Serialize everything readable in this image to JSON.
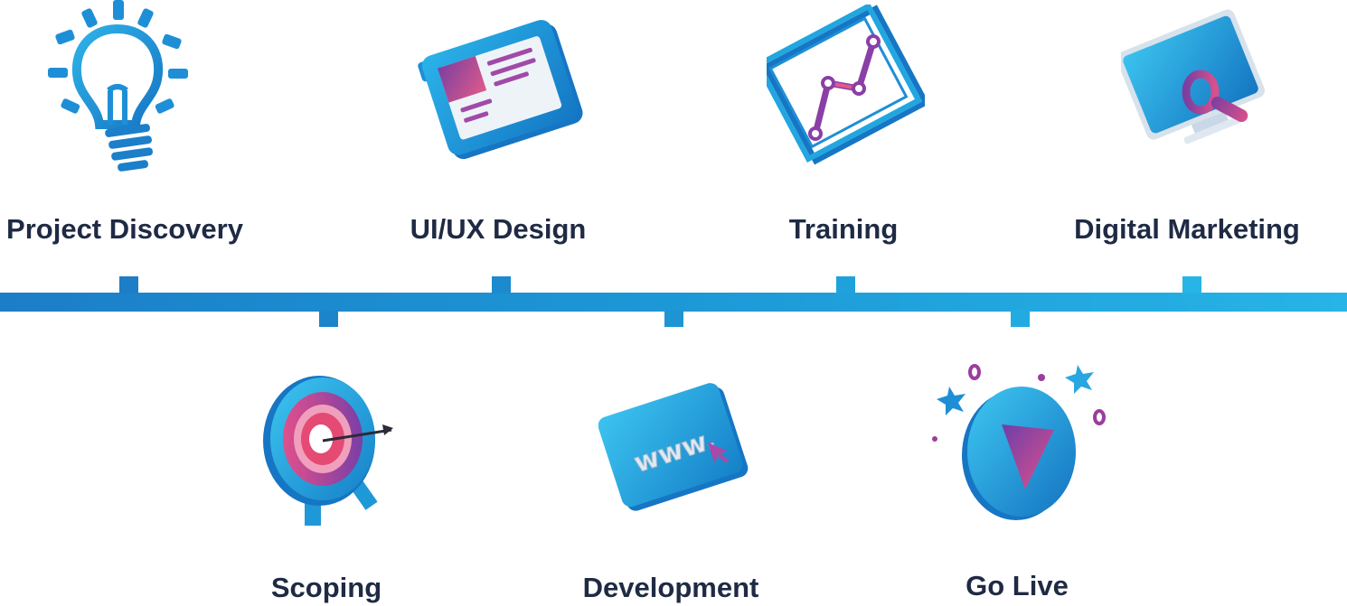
{
  "steps": [
    {
      "label": "Project Discovery",
      "icon": "lightbulb-icon"
    },
    {
      "label": "Scoping",
      "icon": "target-icon"
    },
    {
      "label": "UI/UX Design",
      "icon": "design-board-icon"
    },
    {
      "label": "Development",
      "icon": "www-card-icon"
    },
    {
      "label": "Training",
      "icon": "chart-frame-icon"
    },
    {
      "label": "Go Live",
      "icon": "play-launch-icon"
    },
    {
      "label": "Digital Marketing",
      "icon": "monitor-search-icon"
    }
  ],
  "colors": {
    "line_start": "#1c7ec7",
    "line_end": "#27b4e6",
    "text": "#1f2a44",
    "accent_purple": "#7b3fa0",
    "accent_pink": "#e05a8a"
  }
}
